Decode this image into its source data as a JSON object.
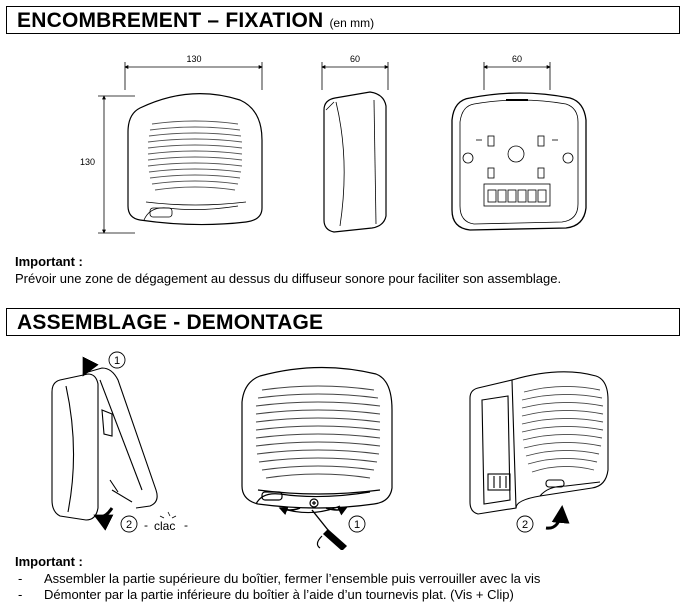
{
  "section1": {
    "title": "ENCOMBREMENT – FIXATION",
    "unit": "(en mm)"
  },
  "dimensions": {
    "front_width": "130",
    "front_height": "130",
    "side_depth": "60",
    "back_depth": "60"
  },
  "note1": {
    "title": "Important :",
    "text": "Prévoir une zone de dégagement au dessus du diffuseur sonore pour faciliter son assemblage."
  },
  "section2": {
    "title": "ASSEMBLAGE - DEMONTAGE"
  },
  "callouts": {
    "step1": "1",
    "step2": "2",
    "clac": "clac",
    "step1b": "1",
    "step2b": "2"
  },
  "note2": {
    "title": "Important :",
    "bullets": [
      {
        "dash": "-",
        "text": "Assembler la partie supérieure du boîtier, fermer l’ensemble puis verrouiller avec la vis"
      },
      {
        "dash": "-",
        "text": "Démonter par la partie inférieure du boîtier à l’aide d’un tournevis plat. (Vis + Clip)"
      }
    ]
  }
}
